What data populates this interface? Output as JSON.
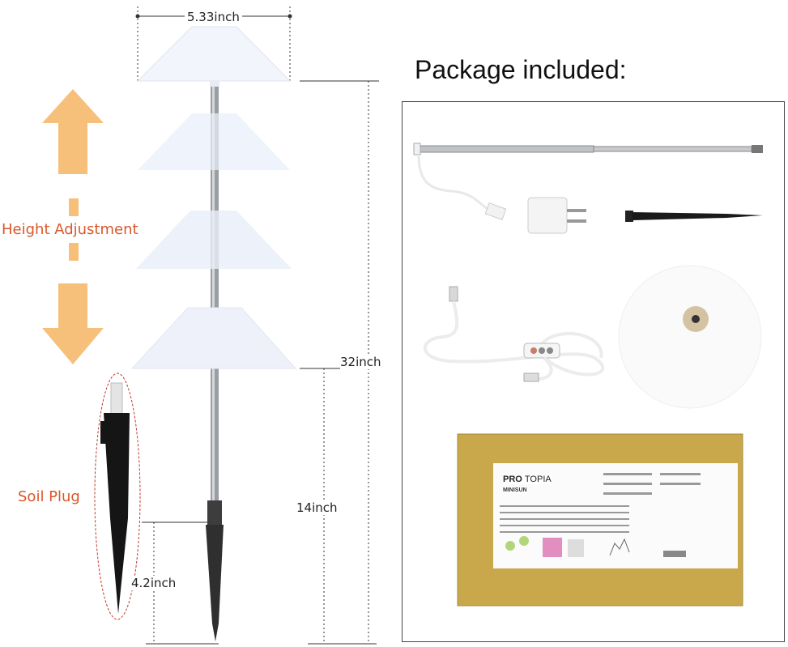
{
  "labels": {
    "width_dim": "5.33inch",
    "total_height": "32inch",
    "stem_height": "14inch",
    "plug_height": "4.2inch",
    "height_adjustment": "Height Adjustment",
    "soil_plug": "Soil Plug",
    "package_title": "Package included:"
  },
  "box_label": {
    "brand_a": "PRO",
    "brand_b": "TOPIA",
    "product": "MINISUN"
  },
  "colors": {
    "orange_arrow": "#f7c07a",
    "label_red": "#d9572b",
    "shade": "#eef1fa",
    "stake": "#3d3d3d",
    "box_kraft": "#c8a84b"
  }
}
